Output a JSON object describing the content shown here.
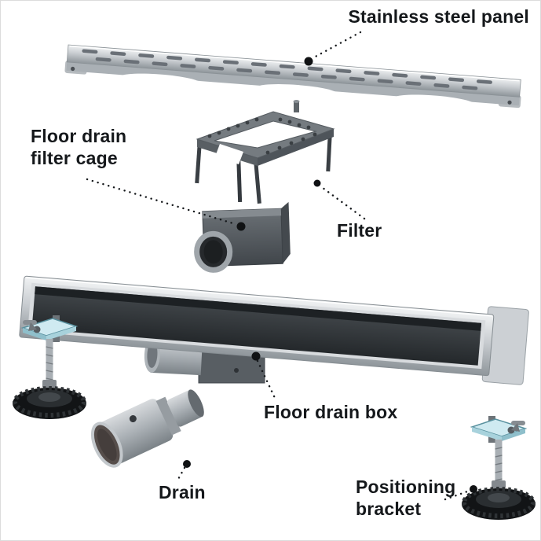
{
  "diagram": {
    "kind": "exploded-parts-diagram",
    "background": "#ffffff",
    "label_color": "#15181b",
    "labels": {
      "stainless_steel_panel": "Stainless steel panel",
      "floor_drain_filter_cage": [
        "Floor drain",
        "filter cage"
      ],
      "filter": "Filter",
      "floor_drain_box": "Floor drain box",
      "drain": "Drain",
      "positioning_bracket": [
        "Positioning",
        "bracket"
      ]
    },
    "parts": [
      {
        "name": "stainless-steel-panel"
      },
      {
        "name": "floor-drain-filter-cage"
      },
      {
        "name": "filter"
      },
      {
        "name": "floor-drain-box"
      },
      {
        "name": "drain"
      },
      {
        "name": "positioning-bracket-left"
      },
      {
        "name": "positioning-bracket-right"
      }
    ],
    "colors": {
      "steel_light": "#f1f3f4",
      "steel_mid": "#c9cdd1",
      "steel_dark": "#8f969b",
      "plastic_gray": "#6b7176",
      "cavity_dark": "#24282b",
      "foot_black": "#121416",
      "clamp_teal": "#cfeaf1",
      "leader_dot": "#101214"
    }
  }
}
